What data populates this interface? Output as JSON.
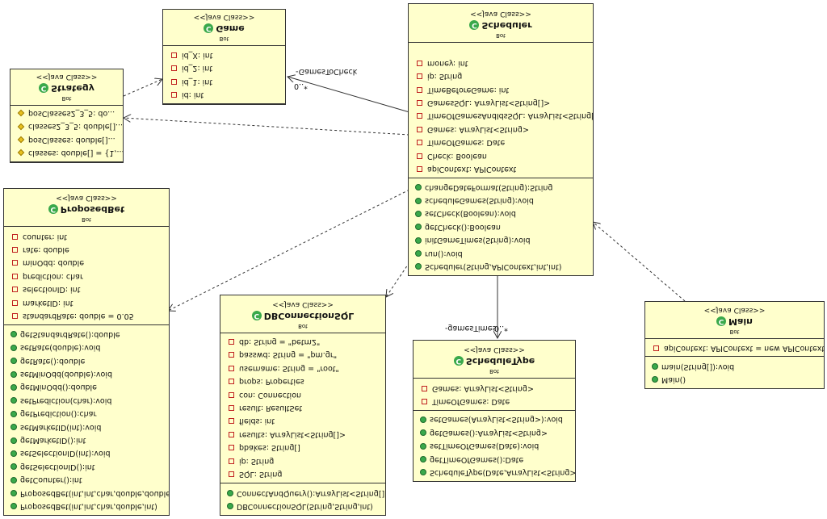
{
  "classes": {
    "proposedbet": {
      "stereotype": "<<Java Class>>",
      "name": "ProposedBet",
      "icon": "C",
      "package": "Bot",
      "fields": [
        "standardRate: double = 0.05",
        "marketID: int",
        "selectionID: int",
        "prediction: char",
        "minOdd: double",
        "rate: double",
        "counter: int"
      ],
      "methods": [
        "ProposedBet(int,int,char,double,int)",
        "ProposedBet(int,int,char,double,double)",
        "getCounter():int",
        "getSelectionID():int",
        "setSelectionID(int):void",
        "getMarketID():int",
        "setMarketID(int):void",
        "getPrediction():char",
        "setPrediction(char):void",
        "getMinOdd():double",
        "setMinOdd(double):void",
        "getRate():double",
        "setRate(double):void",
        "getStandardRate():double"
      ]
    },
    "dbconnectionsql": {
      "stereotype": "<<Java Class>>",
      "name": "DBConnectionSQL",
      "icon": "C",
      "package": "Bot",
      "fields": [
        "SQL: String",
        "ip: String",
        "pbakes: String[]",
        "results: ArrayList<String[]>",
        "fields: int",
        "result: ResultSet",
        "con: Connection",
        "props: Properties",
        "username: String = \"root\"",
        "passwd: String = \"pm.gr\"",
        "db: String = \"betm2\""
      ],
      "methods": [
        "DBConnectionSQL(String,String,int)",
        "ConnectAndQuery():ArrayList<String[]>"
      ]
    },
    "scheduletype": {
      "stereotype": "<<Java Class>>",
      "name": "ScheduleType",
      "icon": "C",
      "package": "Bot",
      "fields": [
        "TimeOfGames: Date",
        "Games: ArrayList<String>"
      ],
      "methods": [
        "ScheduleType(Date,ArrayList<String>)",
        "getTimeOfGames():Date",
        "setTimeOfGames(Date):void",
        "getGames():ArrayList<String>",
        "setGames(ArrayList<String>):void"
      ]
    },
    "main": {
      "stereotype": "<<Java Class>>",
      "name": "Main",
      "icon": "C",
      "package": "Bot",
      "fields": [
        "apiContext: APIContext = new APIContext()"
      ],
      "methods": [
        "Main()",
        "main(String[]):void"
      ]
    },
    "scheduler": {
      "stereotype": "<<Java Class>>",
      "name": "Scheduler",
      "icon": "C",
      "package": "Bot",
      "fields": [
        "apiContext: APIContext",
        "Check: Boolean",
        "TimeOfGames: Date",
        "Games: ArrayList<String>",
        "TimeOfGamesAndIdsSQL: ArrayList<String[]>",
        "GamesSQL: ArrayList<String[]>",
        "TimeBeforeGame: int",
        "ip: String",
        "money: int"
      ],
      "methods": [
        "Scheduler(String,APIContext,int,int)",
        "run():void",
        "initGameTimes(String):void",
        "getCheck():Boolean",
        "setCheck(Boolean):void",
        "scheduleGames(String):void",
        "changeDateFormat(String):String"
      ]
    },
    "strategy": {
      "stereotype": "<<Java Class>>",
      "name": "Strategy",
      "icon": "C",
      "package": "Bot",
      "fields": [
        "classes: double[] = {1,...",
        "posClasses: double[]...",
        "classes2_3_5: double[]...",
        "posClasses2_3_5: do..."
      ],
      "methods": []
    },
    "game": {
      "stereotype": "<<Java Class>>",
      "name": "Game",
      "icon": "C",
      "package": "Bot",
      "fields": [
        "id: int",
        "id_1: int",
        "id_2: int",
        "id_X: int"
      ],
      "methods": []
    }
  },
  "edge_labels": {
    "games_times": "-gamesTimes",
    "games_times_mult": "0..*",
    "games_to_check": "-GamesToCheck",
    "games_to_check_mult": "0..*"
  },
  "colors": {
    "class_fill": "#ffffcc",
    "method_icon": "#3aa94b",
    "field_icon": "#c02020"
  }
}
